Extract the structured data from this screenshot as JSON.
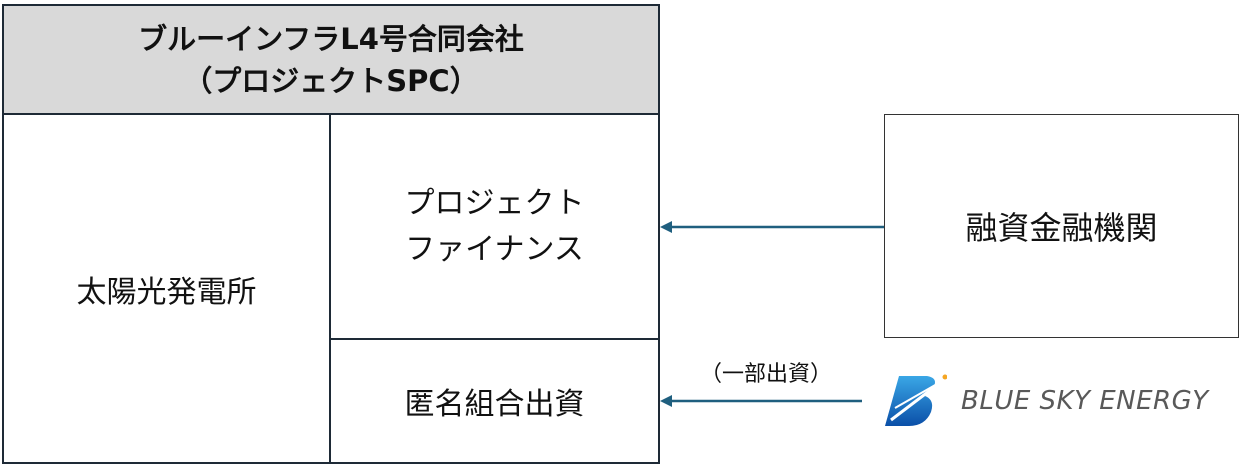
{
  "spc": {
    "name_line1": "ブルーインフラL4号合同会社",
    "name_line2": "（プロジェクトSPC）"
  },
  "asset": "太陽光発電所",
  "project_finance": {
    "line1": "プロジェクト",
    "line2": "ファイナンス"
  },
  "tk_investment": "匿名組合出資",
  "lender": "融資金融機関",
  "partial_investment_note": "（一部出資）",
  "sponsor_logo": {
    "text": "BLUE SKY ENERGY"
  },
  "colors": {
    "arrow": "#1f5f7f",
    "header_bg": "#d9d9d9",
    "border": "#1e2a36"
  }
}
